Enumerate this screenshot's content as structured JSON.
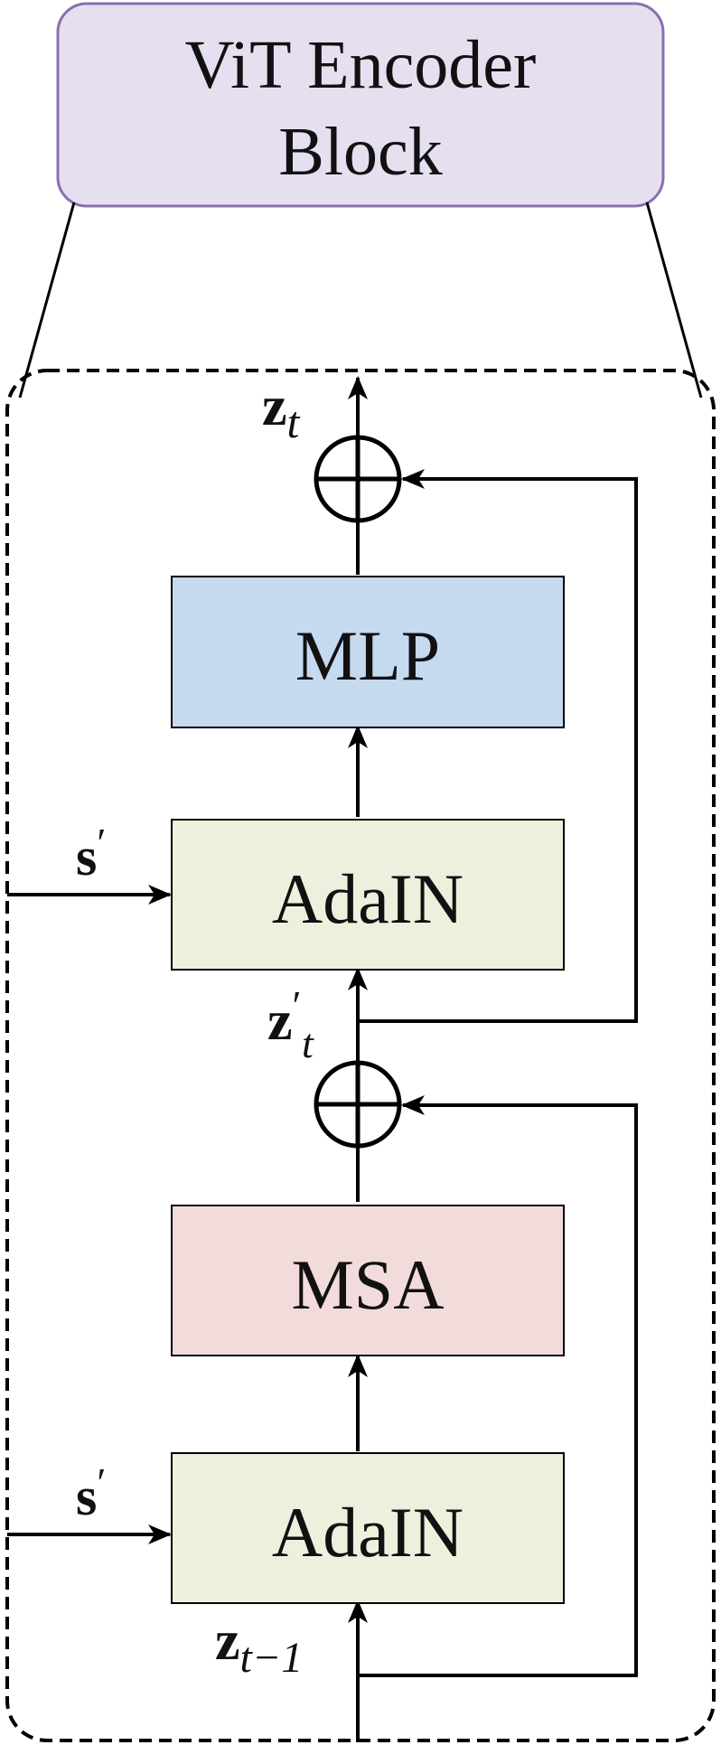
{
  "encoder": {
    "title_line1": "ViT Encoder",
    "title_line2": "Block"
  },
  "blocks": {
    "mlp": "MLP",
    "adain_top": "AdaIN",
    "msa": "MSA",
    "adain_bottom": "AdaIN"
  },
  "labels": {
    "z_t_out": {
      "base": "z",
      "sub": "t"
    },
    "z_t_prime": {
      "base": "z",
      "prime": "′",
      "sub": "t"
    },
    "z_t_minus_1": {
      "base": "z",
      "sub": "t−1"
    },
    "s_prime_top": {
      "base": "s",
      "prime": "′"
    },
    "s_prime_bottom": {
      "base": "s",
      "prime": "′"
    }
  },
  "colors": {
    "encoder_fill": "#e6dff0",
    "encoder_stroke": "#8a6fae",
    "mlp_fill": "#c5d9ef",
    "adain_fill": "#ebf1dd",
    "msa_fill": "#f2dcdb",
    "line": "#000000"
  }
}
